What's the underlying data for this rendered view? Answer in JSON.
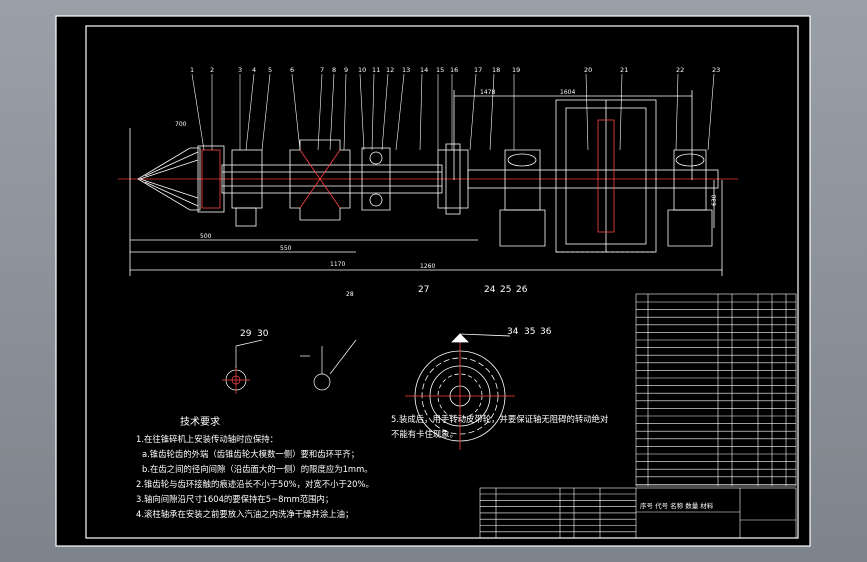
{
  "drawing": {
    "part_numbers_top": [
      "1",
      "2",
      "3",
      "4",
      "5",
      "6",
      "7",
      "8",
      "9",
      "10",
      "11",
      "12",
      "13",
      "14",
      "15",
      "16",
      "17",
      "18",
      "19",
      "20",
      "21",
      "22",
      "23"
    ],
    "part_numbers_bottom": [
      "27",
      "24",
      "25",
      "26",
      "28"
    ],
    "detail_a_labels": [
      "29",
      "30"
    ],
    "detail_b_labels": [
      "34",
      "35",
      "36"
    ],
    "tech_req_title": "技术要求",
    "tech_req_lines": [
      "1.在往锥碎机上安装传动轴时应保持：",
      "a.锥齿轮齿的外端（齿锥齿轮大模数一侧）要和齿环平齐；",
      "b.在齿之间的径向间隙（沿齿面大的一侧）的限度应为1mm。",
      "2.锥齿轮与齿环接触的痕迹沿长不小于50%，对宽不小于20%。",
      "3.轴向间隙沿尺寸1604的要保持在5~8mm范围内；",
      "4.滚柱轴承在安装之前要放入汽油之内洗净干燥并涂上油；"
    ],
    "tech_req_line5": "5.装成后，用手转动皮带轮，并要保证轴无阻碍的转动绝对",
    "tech_req_line5b": "不能有卡住现象。",
    "dims": [
      "500",
      "550",
      "1170",
      "1260",
      "1604",
      "1478",
      "630",
      "700"
    ]
  }
}
